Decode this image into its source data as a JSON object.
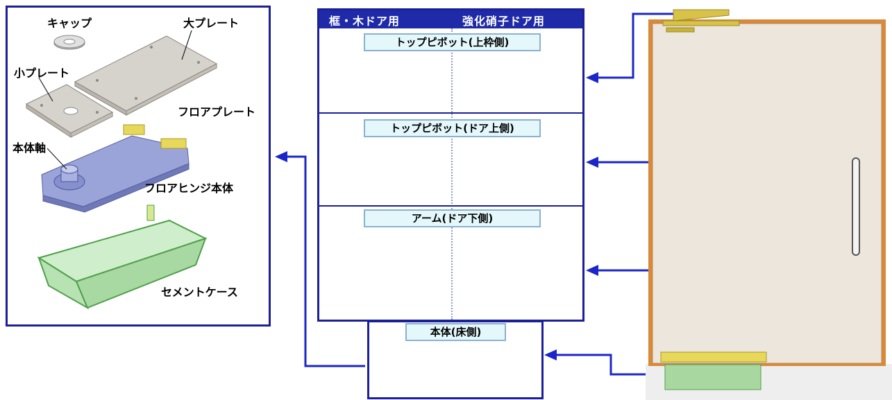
{
  "parts_panel": {
    "cap": "キャップ",
    "large_plate": "大プレート",
    "small_plate": "小プレート",
    "floor_plate": "フロアプレート",
    "main_shaft": "本体軸",
    "floor_hinge_body": "フロアヒンジ本体",
    "cement_case": "セメントケース"
  },
  "catalog": {
    "header_left": "框・木ドア用",
    "header_right": "強化硝子ドア用",
    "sections": [
      {
        "label": "トップピボット(上枠側)"
      },
      {
        "label": "トップピボット(ドア上側)"
      },
      {
        "label": "アーム(ドア下側)"
      }
    ],
    "body_label": "本体(床側)"
  },
  "colors": {
    "frame_blue": "#1c1f9a",
    "arrow_blue": "#1b26c8",
    "label_fill": "#e4f8fb",
    "door_fill": "#ece6dc",
    "door_frame": "#d9893a",
    "brass": "#d8c24a"
  }
}
